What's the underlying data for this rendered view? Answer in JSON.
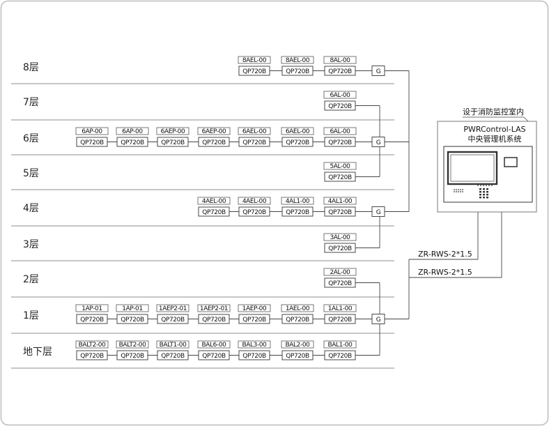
{
  "device_model": "QP720B",
  "gateway_label": "G",
  "control_center": {
    "location_note": "设于消防监控室内",
    "title_line1": "PWRControl-LAS",
    "title_line2": "中央管理机系统"
  },
  "cables": [
    "ZR-RWS-2*1.5",
    "ZR-RWS-2*1.5"
  ],
  "floors": [
    {
      "name": "8层",
      "devices": [
        "8AEL-00",
        "8AEL-00",
        "8AL-00"
      ],
      "gateway": true
    },
    {
      "name": "7层",
      "devices": [
        "6AL-00"
      ],
      "gateway": false
    },
    {
      "name": "6层",
      "devices": [
        "6AP-00",
        "6AP-00",
        "6AEP-00",
        "6AEP-00",
        "6AEL-00",
        "6AEL-00",
        "6AL-00"
      ],
      "gateway": true
    },
    {
      "name": "5层",
      "devices": [
        "5AL-00"
      ],
      "gateway": false
    },
    {
      "name": "4层",
      "devices": [
        "4AEL-00",
        "4AEL-00",
        "4AL1-00",
        "4AL1-00"
      ],
      "gateway": true
    },
    {
      "name": "3层",
      "devices": [
        "3AL-00"
      ],
      "gateway": false
    },
    {
      "name": "2层",
      "devices": [
        "2AL-00"
      ],
      "gateway": false
    },
    {
      "name": "1层",
      "devices": [
        "1AP-01",
        "1AP-01",
        "1AEP2-01",
        "1AEP2-01",
        "1AEP-00",
        "1AEL-00",
        "1AL1-00"
      ],
      "gateway": true
    },
    {
      "name": "地下层",
      "devices": [
        "BALT2-00",
        "BALT2-00",
        "BALT1-00",
        "BAL6-00",
        "BAL3-00",
        "BAL2-00",
        "BAL1-00"
      ],
      "gateway": false
    }
  ]
}
